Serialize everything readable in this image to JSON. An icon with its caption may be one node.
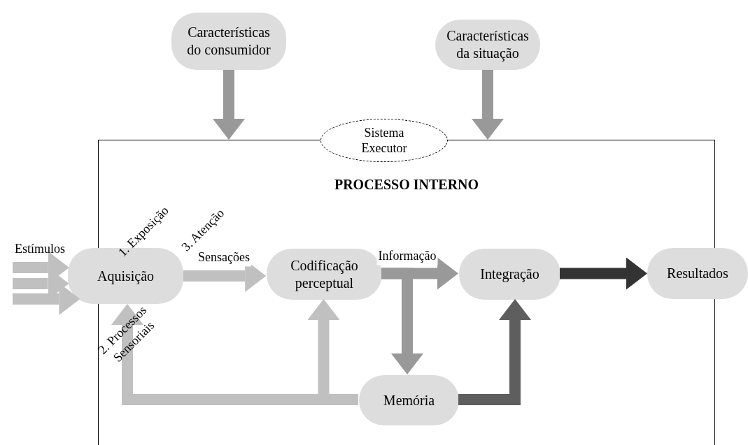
{
  "diagram": {
    "nodes": [
      {
        "text": [
          "Características do consumidor"
        ]
      },
      {
        "text": [
          "Características da situação"
        ]
      },
      {
        "text": [
          "PROCESSO INTERNO"
        ]
      },
      {
        "text": [
          "Sistema Executor"
        ]
      },
      {
        "text": [
          "Aquisição"
        ]
      },
      {
        "text": [
          "Codificação perceptual"
        ],
        "in": 2
      },
      {
        "text": [
          "Integração"
        ],
        "in": 2
      },
      {
        "text": [
          "Resultados"
        ]
      },
      {
        "text": [
          "Memória"
        ],
        "in": 2
      }
    ],
    "edges": [
      {
        "from": 0,
        "to": 2,
        "arrow": "to",
        "color": "#999999"
      },
      {
        "from": 1,
        "to": 2,
        "arrow": "to",
        "color": "#999999"
      },
      {
        "from": null,
        "to": 4,
        "arrow": "to"
      },
      {
        "from": null,
        "to": 4,
        "arrow": "to"
      },
      {
        "from": null,
        "to": 4,
        "arrow": "to"
      },
      {
        "from": 4,
        "to": 5,
        "arrow": "to",
        "label": "Sensações"
      },
      {
        "from": 5,
        "to": 6,
        "arrow": "to",
        "label": "Informação",
        "color": "#999999"
      },
      {
        "from": 5,
        "to": 8,
        "arrow": "to",
        "color": "#999999"
      },
      {
        "from": 8,
        "to": 4,
        "arrow": "to"
      },
      {
        "from": 8,
        "to": 5,
        "arrow": "to"
      },
      {
        "from": 8,
        "to": 6,
        "arrow": "to",
        "color": "#5e5e5e"
      },
      {
        "from": 6,
        "to": 7,
        "arrow": "to",
        "color": "#333333"
      }
    ],
    "labels": [
      "Estímulos",
      "1. Exposição",
      "3. Atenção",
      "2. Processos Sensoriais"
    ]
  }
}
